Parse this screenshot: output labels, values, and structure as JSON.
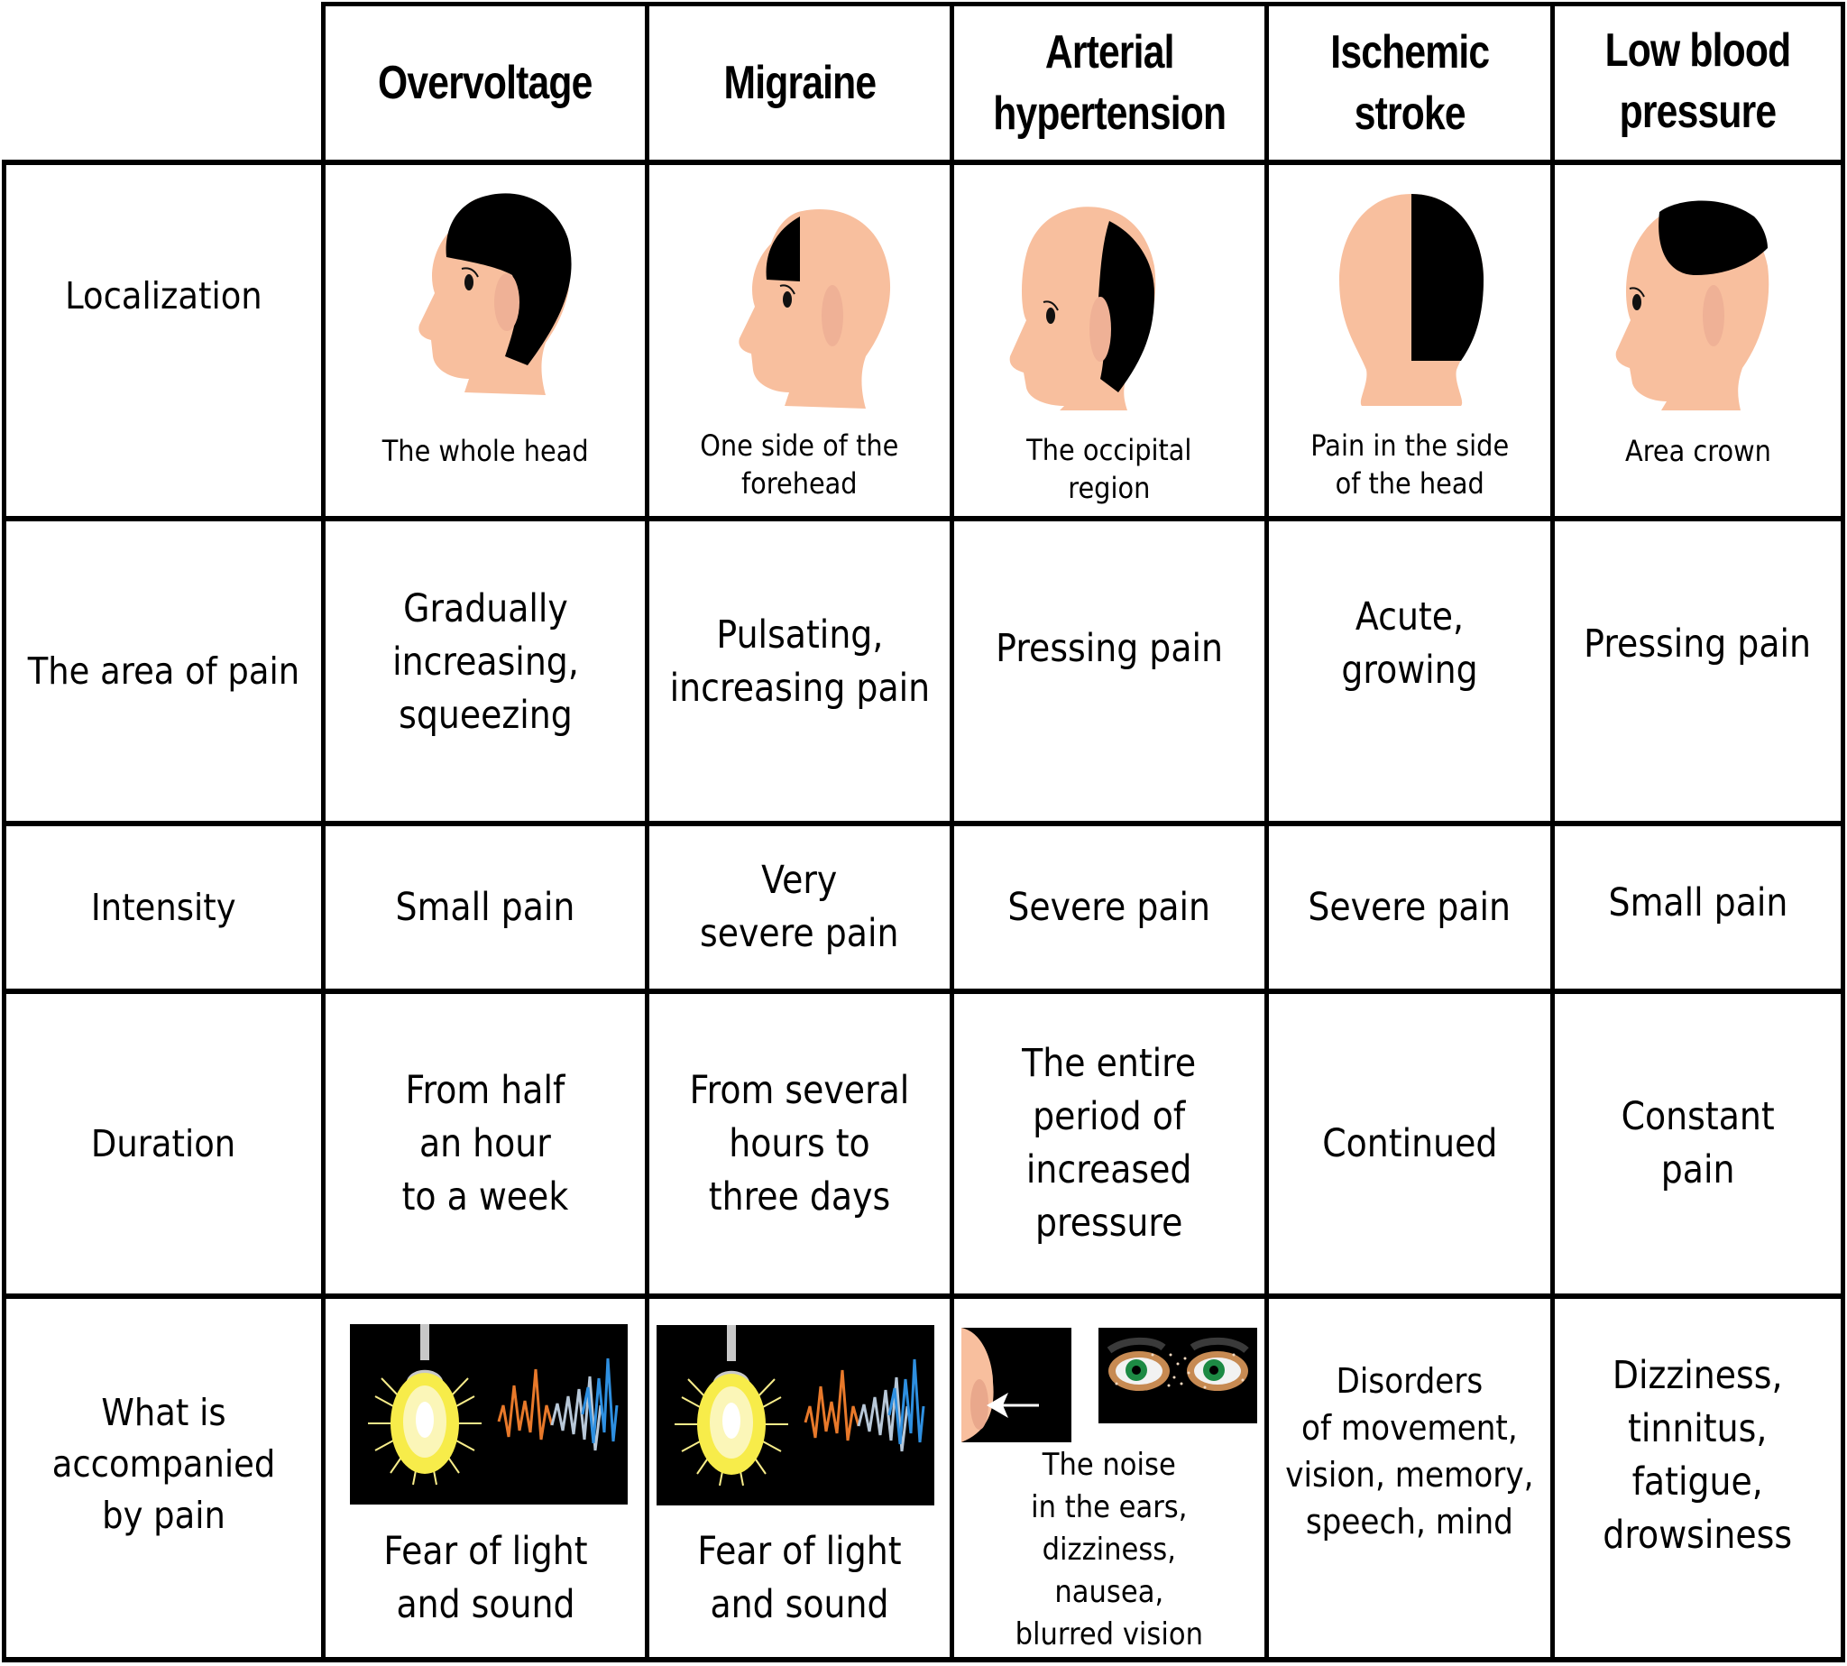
{
  "table": {
    "columns": [
      {
        "id": "overvoltage",
        "label": "Overvoltage"
      },
      {
        "id": "migraine",
        "label": "Migraine"
      },
      {
        "id": "arterial-hypertension",
        "label": "Arterial\nhypertension"
      },
      {
        "id": "ischemic-stroke",
        "label": "Ischemic\nstroke"
      },
      {
        "id": "low-blood-pressure",
        "label": "Low blood\npressure"
      }
    ],
    "rows": [
      {
        "id": "localization",
        "label": "Localization",
        "cells": [
          {
            "text": "The whole head",
            "illustration": "head-profile-whole-head-highlighted"
          },
          {
            "text": "One side of the\nforehead",
            "illustration": "head-profile-forehead-highlighted"
          },
          {
            "text": "The occipital\nregion",
            "illustration": "head-profile-occipital-highlighted"
          },
          {
            "text": "Pain in the side\nof the head",
            "illustration": "head-back-half-highlighted"
          },
          {
            "text": "Area crown",
            "illustration": "head-profile-crown-highlighted"
          }
        ]
      },
      {
        "id": "area-of-pain",
        "label": "The area of pain",
        "cells": [
          {
            "text": "Gradually\nincreasing,\nsqueezing"
          },
          {
            "text": "Pulsating,\nincreasing pain"
          },
          {
            "text": "Pressing pain"
          },
          {
            "text": "Acute,\ngrowing"
          },
          {
            "text": "Pressing pain"
          }
        ]
      },
      {
        "id": "intensity",
        "label": "Intensity",
        "cells": [
          {
            "text": "Small pain"
          },
          {
            "text": "Very\nsevere pain"
          },
          {
            "text": "Severe pain"
          },
          {
            "text": "Severe pain"
          },
          {
            "text": "Small pain"
          }
        ]
      },
      {
        "id": "duration",
        "label": "Duration",
        "cells": [
          {
            "text": "From half\nan hour\nto a week"
          },
          {
            "text": "From several\nhours to\nthree days"
          },
          {
            "text": "The entire\nperiod of\nincreased\npressure"
          },
          {
            "text": "Continued"
          },
          {
            "text": "Constant\npain"
          }
        ]
      },
      {
        "id": "accompanied-by",
        "label": "What is\naccompanied\nby pain",
        "cells": [
          {
            "text": "Fear of light\nand sound",
            "illustration": "light-bulb-and-sound-wave"
          },
          {
            "text": "Fear of light\nand sound",
            "illustration": "light-bulb-and-sound-wave"
          },
          {
            "text": "The noise\nin the ears,\ndizziness,\nnausea,\nblurred vision",
            "illustration": "ear-with-arrow-and-blurred-eyes"
          },
          {
            "text": "Disorders\nof movement,\nvision, memory,\nspeech, mind"
          },
          {
            "text": "Dizziness,\ntinnitus,\nfatigue,\ndrowsiness"
          }
        ]
      }
    ]
  },
  "colors": {
    "skin": "#F8BF9E",
    "ear": "#EFB196",
    "pain_area": "#000000",
    "grid": "#000000",
    "bulb_yellow": "#F7EC4A",
    "sound_orange": "#E8792A",
    "sound_blue": "#2E8FE0"
  }
}
